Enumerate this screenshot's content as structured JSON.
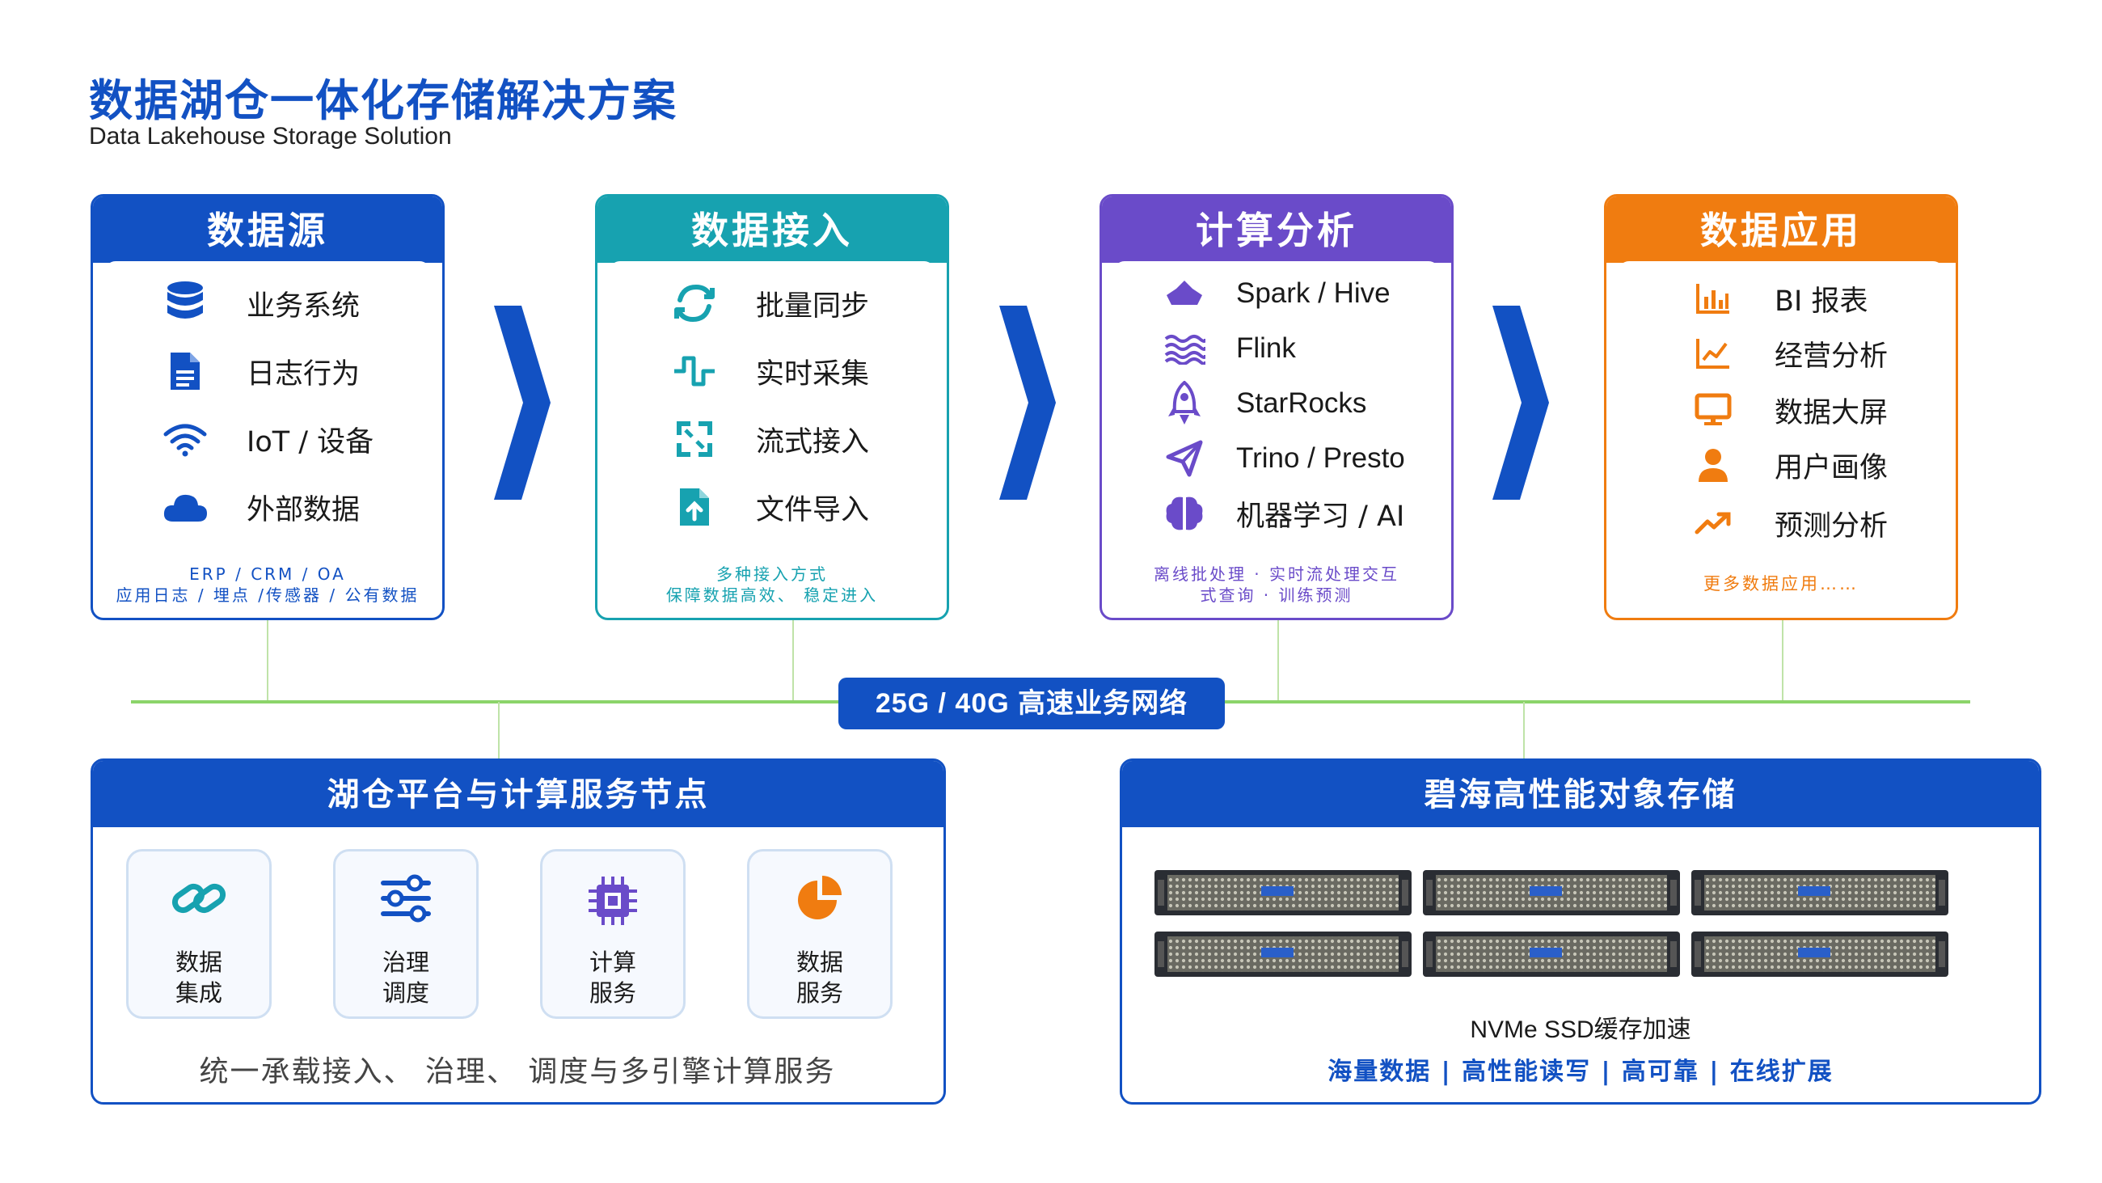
{
  "page": {
    "title": "数据湖仓一体化存储解决方案",
    "subtitle": "Data Lakehouse Storage Solution"
  },
  "colors": {
    "blue": "#1251c3",
    "teal": "#17a2b0",
    "purple": "#6a4bc9",
    "orange": "#f07c10",
    "green_line": "#8cd46a"
  },
  "stages": [
    {
      "title": "数据源",
      "color": "#1251c3",
      "items": [
        {
          "label": "业务系统",
          "icon": "database-icon"
        },
        {
          "label": "日志行为",
          "icon": "document-icon"
        },
        {
          "label": "IoT / 设备",
          "icon": "wifi-icon"
        },
        {
          "label": "外部数据",
          "icon": "cloud-icon"
        }
      ],
      "note_lines": [
        "ERP / CRM / OA",
        "应用日志 / 埋点 /传感器 / 公有数据"
      ]
    },
    {
      "title": "数据接入",
      "color": "#17a2b0",
      "items": [
        {
          "label": "批量同步",
          "icon": "sync-icon"
        },
        {
          "label": "实时采集",
          "icon": "signal-wave-icon"
        },
        {
          "label": "流式接入",
          "icon": "stream-arrows-icon"
        },
        {
          "label": "文件导入",
          "icon": "file-upload-icon"
        }
      ],
      "note_lines": [
        "多种接入方式",
        "保障数据高效、 稳定进入"
      ]
    },
    {
      "title": "计算分析",
      "color": "#6a4bc9",
      "items": [
        {
          "label": "Spark / Hive",
          "icon": "crown-icon"
        },
        {
          "label": "Flink",
          "icon": "waves-icon"
        },
        {
          "label": "StarRocks",
          "icon": "rocket-icon"
        },
        {
          "label": "Trino / Presto",
          "icon": "send-icon"
        },
        {
          "label": "机器学习 / AI",
          "icon": "brain-icon"
        }
      ],
      "note_lines": [
        "离线批处理 · 实时流处理交互",
        "式查询 · 训练预测"
      ]
    },
    {
      "title": "数据应用",
      "color": "#f07c10",
      "items": [
        {
          "label": "BI 报表",
          "icon": "bar-chart-icon"
        },
        {
          "label": "经营分析",
          "icon": "line-chart-icon"
        },
        {
          "label": "数据大屏",
          "icon": "monitor-icon"
        },
        {
          "label": "用户画像",
          "icon": "user-icon"
        },
        {
          "label": "预测分析",
          "icon": "trend-up-icon"
        }
      ],
      "note_lines": [
        "更多数据应用……"
      ]
    }
  ],
  "network": {
    "label": "25G / 40G 高速业务网络"
  },
  "platform": {
    "title": "湖仓平台与计算服务节点",
    "tiles": [
      {
        "lines": [
          "数据",
          "集成"
        ],
        "icon": "link-icon"
      },
      {
        "lines": [
          "治理",
          "调度"
        ],
        "icon": "sliders-icon"
      },
      {
        "lines": [
          "计算",
          "服务"
        ],
        "icon": "chip-icon"
      },
      {
        "lines": [
          "数据",
          "服务"
        ],
        "icon": "pie-chart-icon"
      }
    ],
    "note": "统一承载接入、 治理、 调度与多引擎计算服务"
  },
  "storage": {
    "title": "碧海高性能对象存储",
    "ssd_label": "NVMe SSD缓存加速",
    "features": "海量数据 | 高性能读写 | 高可靠 | 在线扩展"
  }
}
